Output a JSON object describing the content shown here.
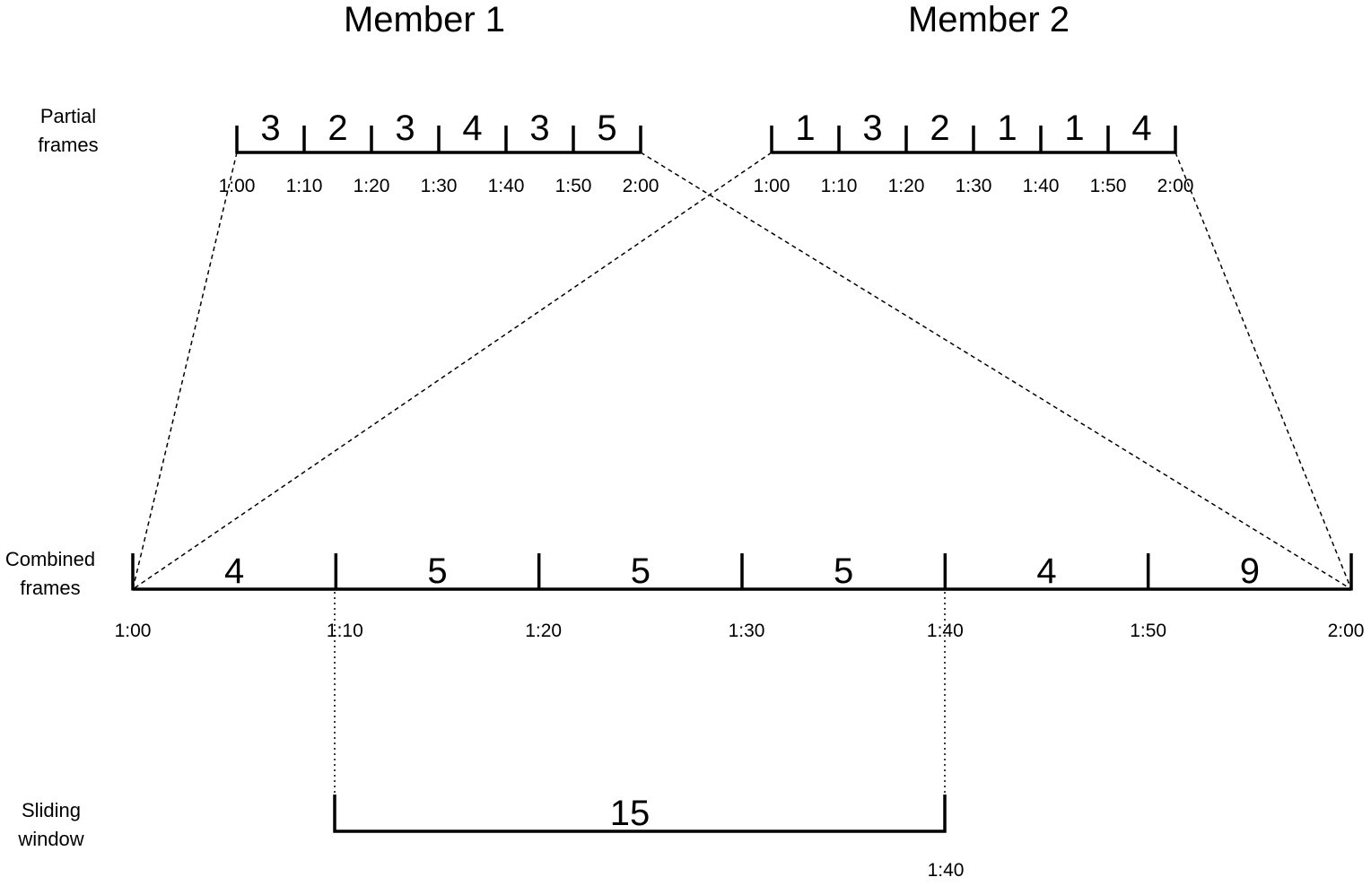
{
  "members": [
    {
      "title": "Member 1",
      "values": [
        "3",
        "2",
        "3",
        "4",
        "3",
        "5"
      ],
      "ticks": [
        "1:00",
        "1:10",
        "1:20",
        "1:30",
        "1:40",
        "1:50",
        "2:00"
      ]
    },
    {
      "title": "Member 2",
      "values": [
        "1",
        "3",
        "2",
        "1",
        "1",
        "4"
      ],
      "ticks": [
        "1:00",
        "1:10",
        "1:20",
        "1:30",
        "1:40",
        "1:50",
        "2:00"
      ]
    }
  ],
  "partial_label": [
    "Partial",
    "frames"
  ],
  "combined": {
    "label": [
      "Combined",
      "frames"
    ],
    "values": [
      "4",
      "5",
      "5",
      "5",
      "4",
      "9"
    ],
    "ticks": [
      "1:00",
      "1:10",
      "1:20",
      "1:30",
      "1:40",
      "1:50",
      "2:00"
    ]
  },
  "sliding": {
    "label": [
      "Sliding",
      "window"
    ],
    "value": "15",
    "end_label": "1:40"
  }
}
